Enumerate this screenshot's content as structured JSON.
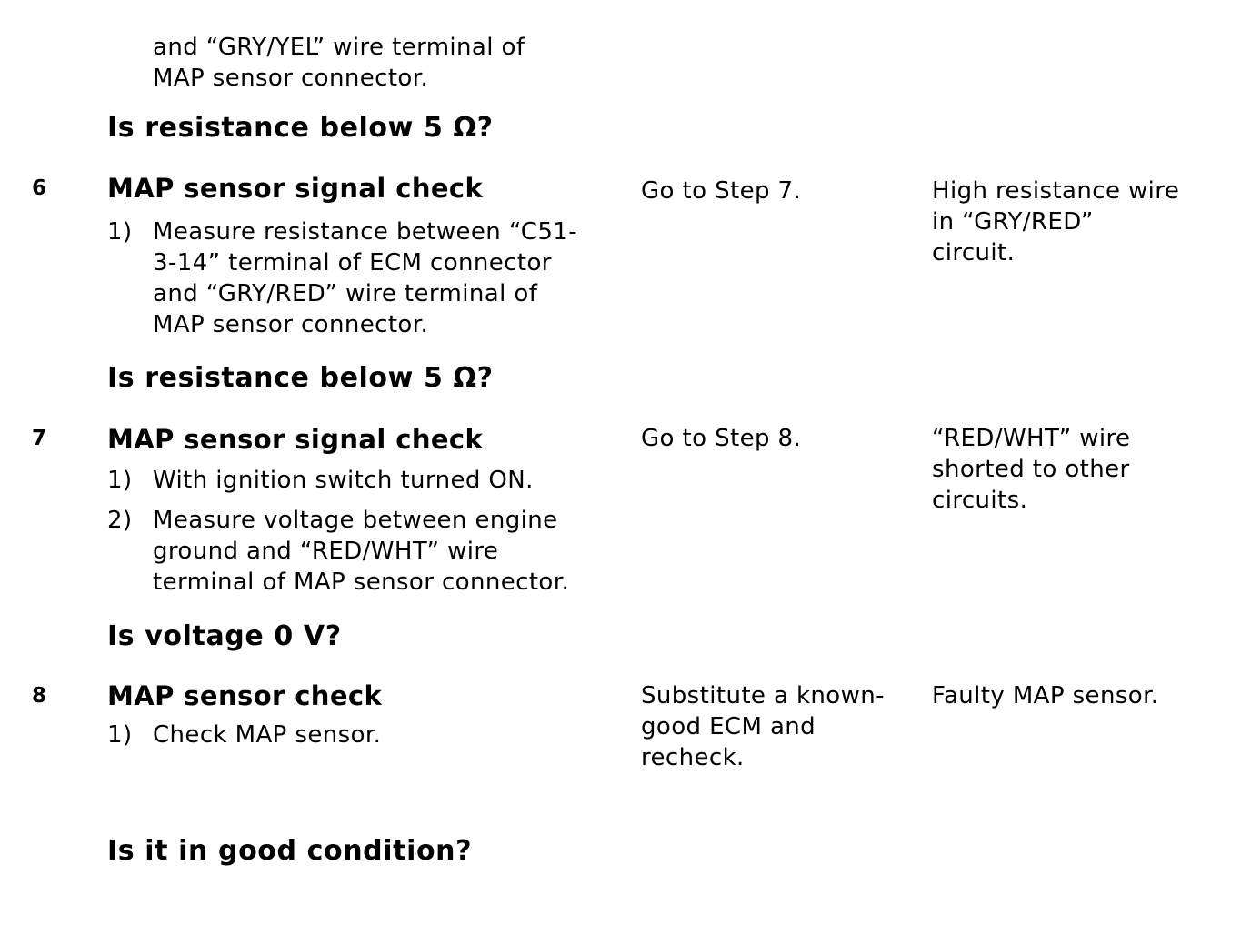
{
  "colors": {
    "text": "#000000",
    "background": "#ffffff"
  },
  "doc": {
    "continuation": {
      "lines": [
        "and “GRY/YEL” wire terminal of",
        "MAP sensor connector."
      ],
      "question": "Is resistance below 5 Ω?"
    },
    "steps": [
      {
        "number": "6",
        "title": "MAP sensor signal check",
        "items": [
          {
            "marker": "1)",
            "lines": [
              "Measure resistance between “C51-",
              "3-14” terminal of ECM connector",
              "and “GRY/RED” wire terminal of",
              "MAP sensor connector."
            ]
          }
        ],
        "question": "Is resistance below 5 Ω?",
        "yes_lines": [
          "Go to Step 7."
        ],
        "no_lines": [
          "High resistance wire",
          "in “GRY/RED”",
          "circuit."
        ]
      },
      {
        "number": "7",
        "title": "MAP sensor signal check",
        "items": [
          {
            "marker": "1)",
            "lines": [
              "With ignition switch turned ON."
            ]
          },
          {
            "marker": "2)",
            "lines": [
              "Measure voltage between engine",
              "ground and “RED/WHT” wire",
              "terminal of MAP sensor connector."
            ]
          }
        ],
        "question": "Is voltage 0 V?",
        "yes_lines": [
          "Go to Step 8."
        ],
        "no_lines": [
          "“RED/WHT” wire",
          "shorted to other",
          "circuits."
        ]
      },
      {
        "number": "8",
        "title": "MAP sensor check",
        "items": [
          {
            "marker": "1)",
            "lines": [
              "Check MAP sensor."
            ]
          }
        ],
        "question": "Is it in good condition?",
        "yes_lines": [
          "Substitute a known-",
          "good ECM and",
          "recheck."
        ],
        "no_lines": [
          "Faulty MAP sensor."
        ]
      }
    ]
  }
}
